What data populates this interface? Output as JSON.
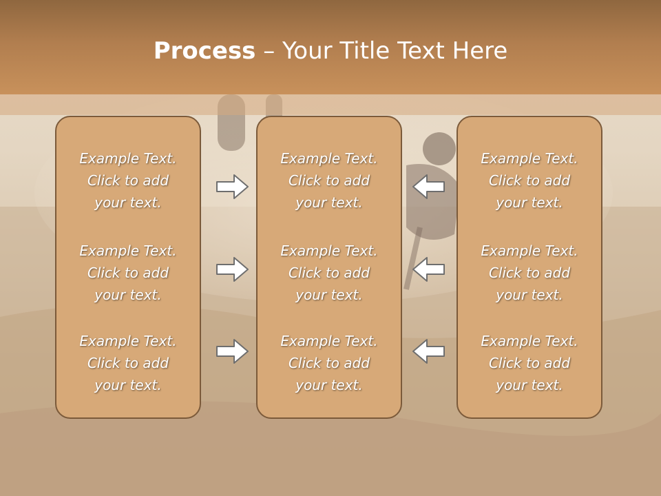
{
  "slide": {
    "title_bold": "Process",
    "title_rest": " – Your Title Text Here",
    "columns": [
      {
        "items": [
          {
            "l1": "Example Text.",
            "l2": "Click  to add",
            "l3": "your text."
          },
          {
            "l1": "Example Text.",
            "l2": "Click  to add",
            "l3": "your text."
          },
          {
            "l1": "Example Text.",
            "l2": "Click  to add",
            "l3": "your text."
          }
        ]
      },
      {
        "items": [
          {
            "l1": "Example Text.",
            "l2": "Click  to add",
            "l3": "your text."
          },
          {
            "l1": "Example Text.",
            "l2": "Click  to add",
            "l3": "your text."
          },
          {
            "l1": "Example Text.",
            "l2": "Click  to add",
            "l3": "your text."
          }
        ]
      },
      {
        "items": [
          {
            "l1": "Example Text.",
            "l2": "Click  to add",
            "l3": "your text."
          },
          {
            "l1": "Example Text.",
            "l2": "Click  to add",
            "l3": "your text."
          },
          {
            "l1": "Example Text.",
            "l2": "Click  to add",
            "l3": "your text."
          }
        ]
      }
    ],
    "arrows": [
      "arrow-right-icon",
      "arrow-left-icon"
    ]
  },
  "colors": {
    "title_bar": "#b17e4f",
    "box_fill": "#d7a978",
    "box_border": "#7b5a3a",
    "arrow_fill": "#ffffff",
    "arrow_stroke": "#6e6e6e"
  }
}
